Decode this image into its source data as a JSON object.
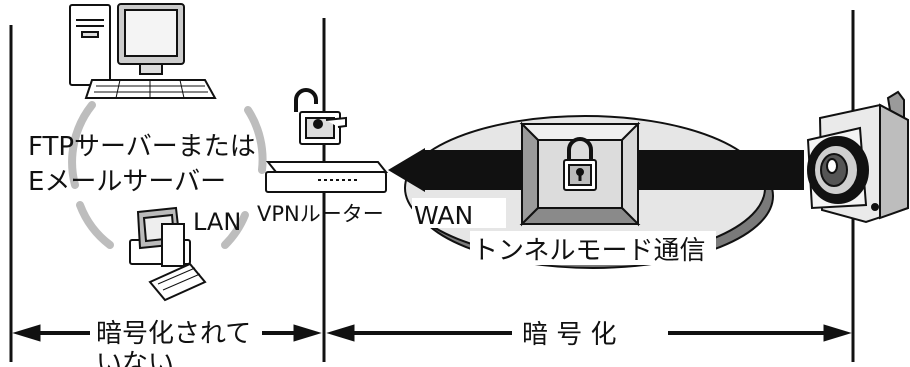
{
  "labels": {
    "server_line1": "FTPサーバーまたは",
    "server_line2": "Eメールサーバー",
    "lan": "LAN",
    "vpn_router": "VPNルーター",
    "wan": "WAN",
    "tunnel_mode": "トンネルモード通信",
    "not_encrypted_line1": "暗号化されて",
    "not_encrypted_line2": "いない",
    "encrypted": "暗 号 化"
  },
  "colors": {
    "line": "#111111",
    "ellipse_fill": "#e6e6e6",
    "ellipse_shadow": "#7a7a7a",
    "lan_ring": "#bdbdbd",
    "tunnel_box_fill": "#c6c6c6",
    "tunnel_box_inner": "#dcdcdc"
  },
  "icons": {
    "server_computer": "desktop-computer-icon",
    "client_computer": "desktop-computer-icon",
    "router": "router-icon",
    "open_padlock": "unlocked-padlock-icon",
    "closed_padlock": "locked-padlock-icon",
    "camera": "network-camera-icon"
  }
}
